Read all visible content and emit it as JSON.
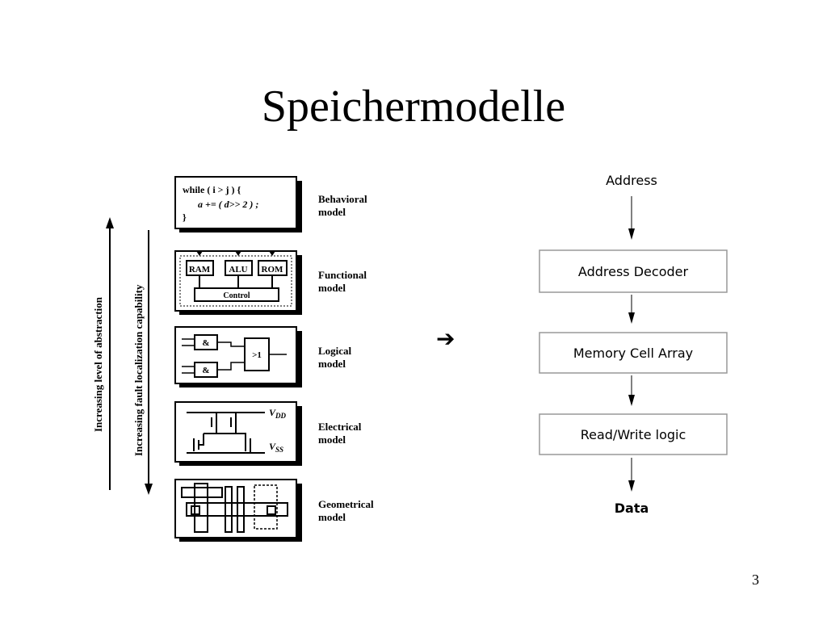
{
  "slide": {
    "title": "Speichermodelle",
    "page_number": "3"
  },
  "left_figure": {
    "axis_abstraction": "Increasing level of abstraction",
    "axis_fault": "Increasing fault localization capability",
    "levels": [
      {
        "label_line1": "Behavioral",
        "label_line2": "model"
      },
      {
        "label_line1": "Functional",
        "label_line2": "model"
      },
      {
        "label_line1": "Logical",
        "label_line2": "model"
      },
      {
        "label_line1": "Electrical",
        "label_line2": "model"
      },
      {
        "label_line1": "Geometrical",
        "label_line2": "model"
      }
    ],
    "code": {
      "line1": "while ( i > j ) {",
      "line2": "a += ( d>> 2 ) ;",
      "line3": "}"
    },
    "functional_blocks": {
      "ram": "RAM",
      "alu": "ALU",
      "rom": "ROM",
      "control": "Control"
    },
    "logic_gates": {
      "and1": "&",
      "and2": "&",
      "or": ">1"
    },
    "electrical": {
      "vdd": "V",
      "vdd_sub": "DD",
      "vss": "V",
      "vss_sub": "SS"
    }
  },
  "arrow_symbol": "➔",
  "right_figure": {
    "input": "Address",
    "blocks": [
      "Address Decoder",
      "Memory Cell Array",
      "Read/Write logic"
    ],
    "output": "Data"
  }
}
